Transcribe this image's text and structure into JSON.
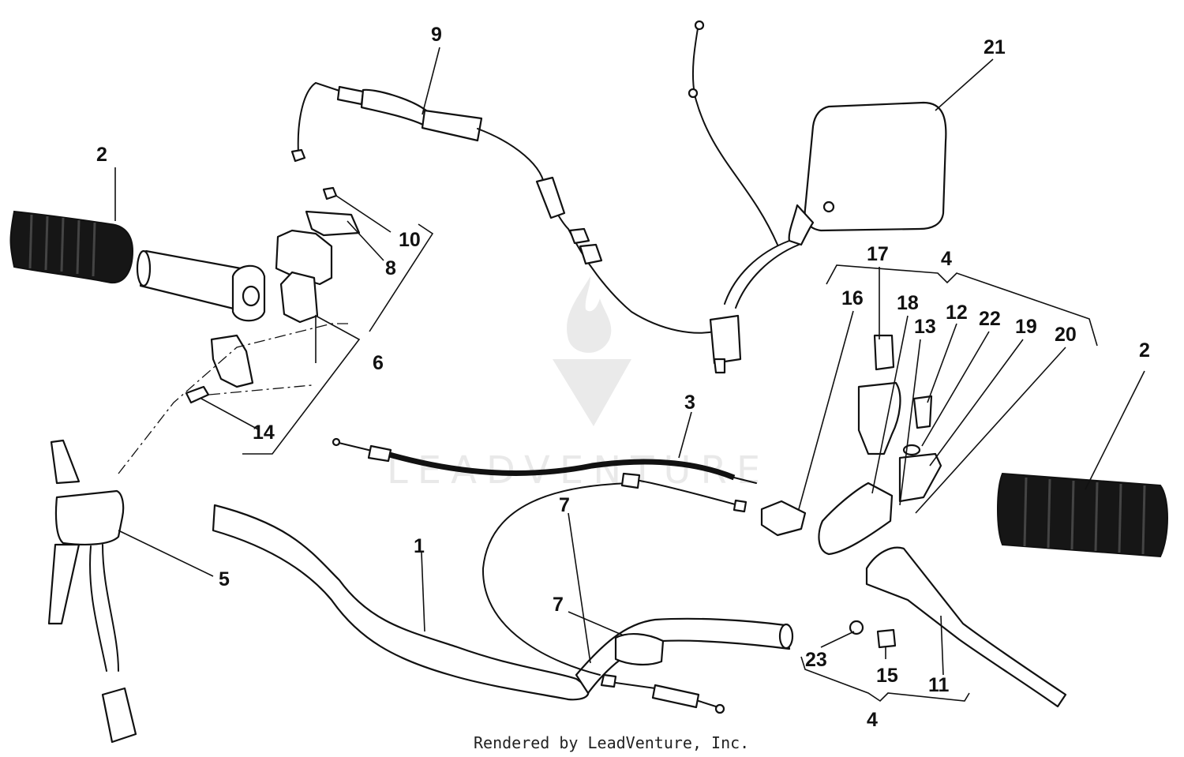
{
  "callouts": [
    {
      "id": "c2a",
      "label": "2"
    },
    {
      "id": "c9",
      "label": "9"
    },
    {
      "id": "c21",
      "label": "21"
    },
    {
      "id": "c10",
      "label": "10"
    },
    {
      "id": "c8",
      "label": "8"
    },
    {
      "id": "c6",
      "label": "6"
    },
    {
      "id": "c14",
      "label": "14"
    },
    {
      "id": "c17",
      "label": "17"
    },
    {
      "id": "c4a",
      "label": "4"
    },
    {
      "id": "c16",
      "label": "16"
    },
    {
      "id": "c18",
      "label": "18"
    },
    {
      "id": "c13",
      "label": "13"
    },
    {
      "id": "c12",
      "label": "12"
    },
    {
      "id": "c22",
      "label": "22"
    },
    {
      "id": "c19",
      "label": "19"
    },
    {
      "id": "c20",
      "label": "20"
    },
    {
      "id": "c2b",
      "label": "2"
    },
    {
      "id": "c3",
      "label": "3"
    },
    {
      "id": "c5",
      "label": "5"
    },
    {
      "id": "c1",
      "label": "1"
    },
    {
      "id": "c7a",
      "label": "7"
    },
    {
      "id": "c7b",
      "label": "7"
    },
    {
      "id": "c23",
      "label": "23"
    },
    {
      "id": "c15",
      "label": "15"
    },
    {
      "id": "c11",
      "label": "11"
    },
    {
      "id": "c4b",
      "label": "4"
    }
  ],
  "footer": "Rendered by LeadVenture, Inc.",
  "watermark": "LEADVENTURE"
}
